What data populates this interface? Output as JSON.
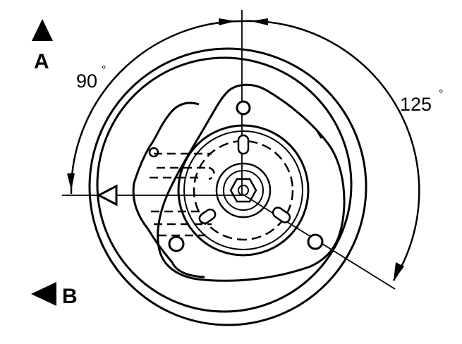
{
  "labels": {
    "view_a": "A",
    "view_b": "B",
    "angle_left": "90",
    "angle_right": "125",
    "degree_mark": "°"
  },
  "colors": {
    "ink": "#000000",
    "paper": "#ffffff"
  }
}
